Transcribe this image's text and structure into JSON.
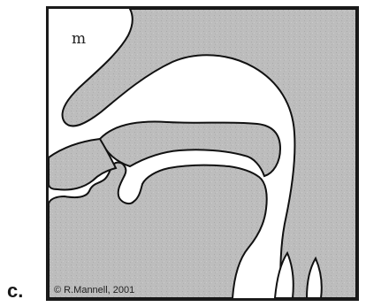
{
  "panel_label": "c.",
  "diagram": {
    "sound_label": "m",
    "copyright": "© R.Mannell, 2001"
  },
  "colors": {
    "tissue_fill": "#bdbdbd",
    "outline": "#111111",
    "frame": "#1a1a1a",
    "background": "#ffffff"
  }
}
